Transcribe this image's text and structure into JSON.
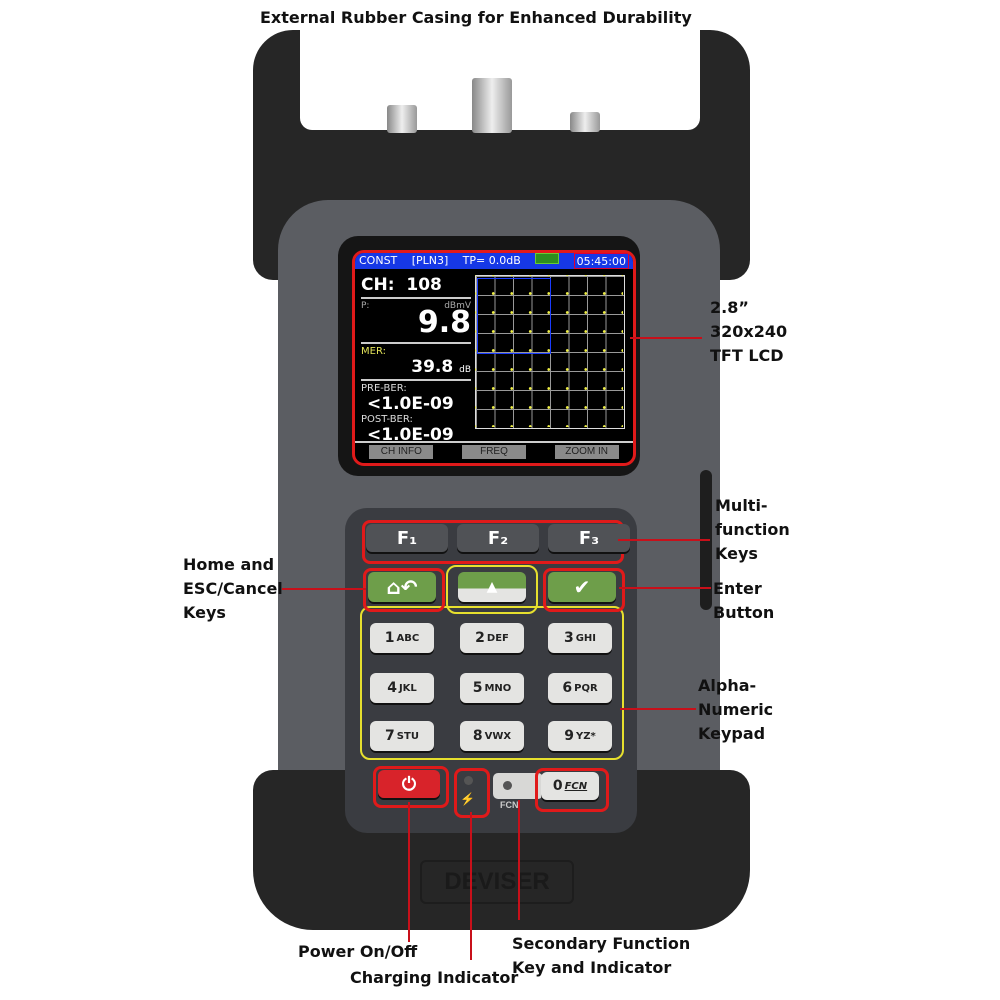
{
  "labels": {
    "top": "External Rubber Casing for Enhanced Durability",
    "lcd": [
      "2.8”",
      "320x240",
      "TFT LCD"
    ],
    "multifunction": [
      "Multi-",
      "function",
      "Keys"
    ],
    "home": [
      "Home and",
      "ESC/Cancel",
      "Keys"
    ],
    "enter": [
      "Enter",
      "Button"
    ],
    "keypad": [
      "Alpha-",
      "Numeric",
      "Keypad"
    ],
    "power": "Power On/Off",
    "charging": "Charging Indicator",
    "secondary": [
      "Secondary Function",
      "Key and Indicator"
    ]
  },
  "brand": "DEVISER",
  "screen": {
    "mode": "CONST",
    "plan": "[PLN3]",
    "tp": "TP= 0.0dB",
    "time": "05:45:00",
    "ch_label": "CH:",
    "ch_value": "108",
    "p_label": "P:",
    "p_unit": "dBmV",
    "p_value": "9.8",
    "mer_label": "MER:",
    "mer_value": "39.8",
    "mer_unit": "dB",
    "pre_ber_label": "PRE-BER:",
    "pre_ber_value": "<1.0E-09",
    "post_ber_label": "POST-BER:",
    "post_ber_value": "<1.0E-09",
    "softkeys": [
      "CH INFO",
      "FREQ",
      "ZOOM IN"
    ]
  },
  "keys": {
    "f": [
      "F₁",
      "F₂",
      "F₃"
    ],
    "home_icon": "⌂↶",
    "up_icon": "▲",
    "enter_icon": "✔",
    "num": [
      {
        "n": "1",
        "s": "ABC"
      },
      {
        "n": "2",
        "s": "DEF"
      },
      {
        "n": "3",
        "s": "GHI"
      },
      {
        "n": "4",
        "s": "JKL"
      },
      {
        "n": "5",
        "s": "MNO"
      },
      {
        "n": "6",
        "s": "PQR"
      },
      {
        "n": "7",
        "s": "STU"
      },
      {
        "n": "8",
        "s": "VWX"
      },
      {
        "n": "9",
        "s": "YZ*"
      }
    ],
    "power_icon": "⏻",
    "zero": "0",
    "fcn": "FCN",
    "fcn_led_label": "FCN",
    "charge_icon": "⚡"
  }
}
